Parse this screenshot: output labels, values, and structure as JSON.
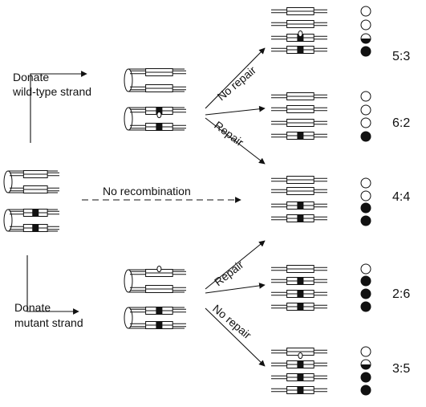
{
  "labels": {
    "donate_wt_line1": "Donate",
    "donate_wt_line2": "wild-type strand",
    "donate_mut_line1": "Donate",
    "donate_mut_line2": "mutant strand",
    "no_recombination": "No recombination",
    "no_repair_upper": "No repair",
    "repair_upper": "Repair",
    "repair_lower": "Repair",
    "no_repair_lower": "No repair"
  },
  "outcomes": [
    {
      "ratio": "5:3",
      "spores": [
        "open",
        "open",
        "half",
        "filled"
      ]
    },
    {
      "ratio": "6:2",
      "spores": [
        "open",
        "open",
        "open",
        "filled"
      ]
    },
    {
      "ratio": "4:4",
      "spores": [
        "open",
        "open",
        "filled",
        "filled"
      ]
    },
    {
      "ratio": "2:6",
      "spores": [
        "open",
        "filled",
        "filled",
        "filled"
      ]
    },
    {
      "ratio": "3:5",
      "spores": [
        "open",
        "half",
        "filled",
        "filled"
      ]
    }
  ],
  "colors": {
    "ink": "#111111",
    "paper": "#ffffff"
  }
}
